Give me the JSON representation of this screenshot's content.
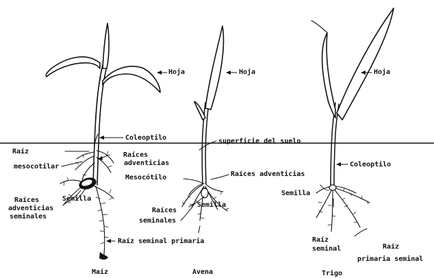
{
  "labels": {
    "hoja_maiz": "Hoja",
    "hoja_avena": "Hoja",
    "hoja_trigo": "Hoja",
    "coleoptilo_maiz": "Coleoptilo",
    "superficie": "superficie del suelo",
    "raiz_mesocotilar_1": "Raíz",
    "raiz_mesocotilar_2": "mesocotilar",
    "raices_adv_maiz_1": "Raíces",
    "raices_adv_maiz_2": "adventicias",
    "raices_adv_avena": "Raíces adventicias",
    "mesocotilo": "Mesocótilo",
    "coleoptilo_trigo": "Coleoptilo",
    "raices_sem_maiz_1": "Raíces",
    "raices_sem_maiz_2": "adventicias",
    "raices_sem_maiz_3": "seminales",
    "semilla_maiz": "Semilla",
    "semilla_avena": "Semilla",
    "semilla_trigo": "Semilla",
    "raices_sem_avena_1": "Raíces",
    "raices_sem_avena_2": "seminales",
    "raiz_seminal_primaria": "Raíz seminal primaria",
    "raiz_seminal_trigo_1": "Raíz",
    "raiz_seminal_trigo_2": "seminal",
    "raiz_prim_trigo_1": "Raíz",
    "raiz_prim_trigo_2": "primaria seminal",
    "caption_maiz": "Maíz",
    "caption_avena": "Avena",
    "caption_trigo": "Trigo"
  }
}
